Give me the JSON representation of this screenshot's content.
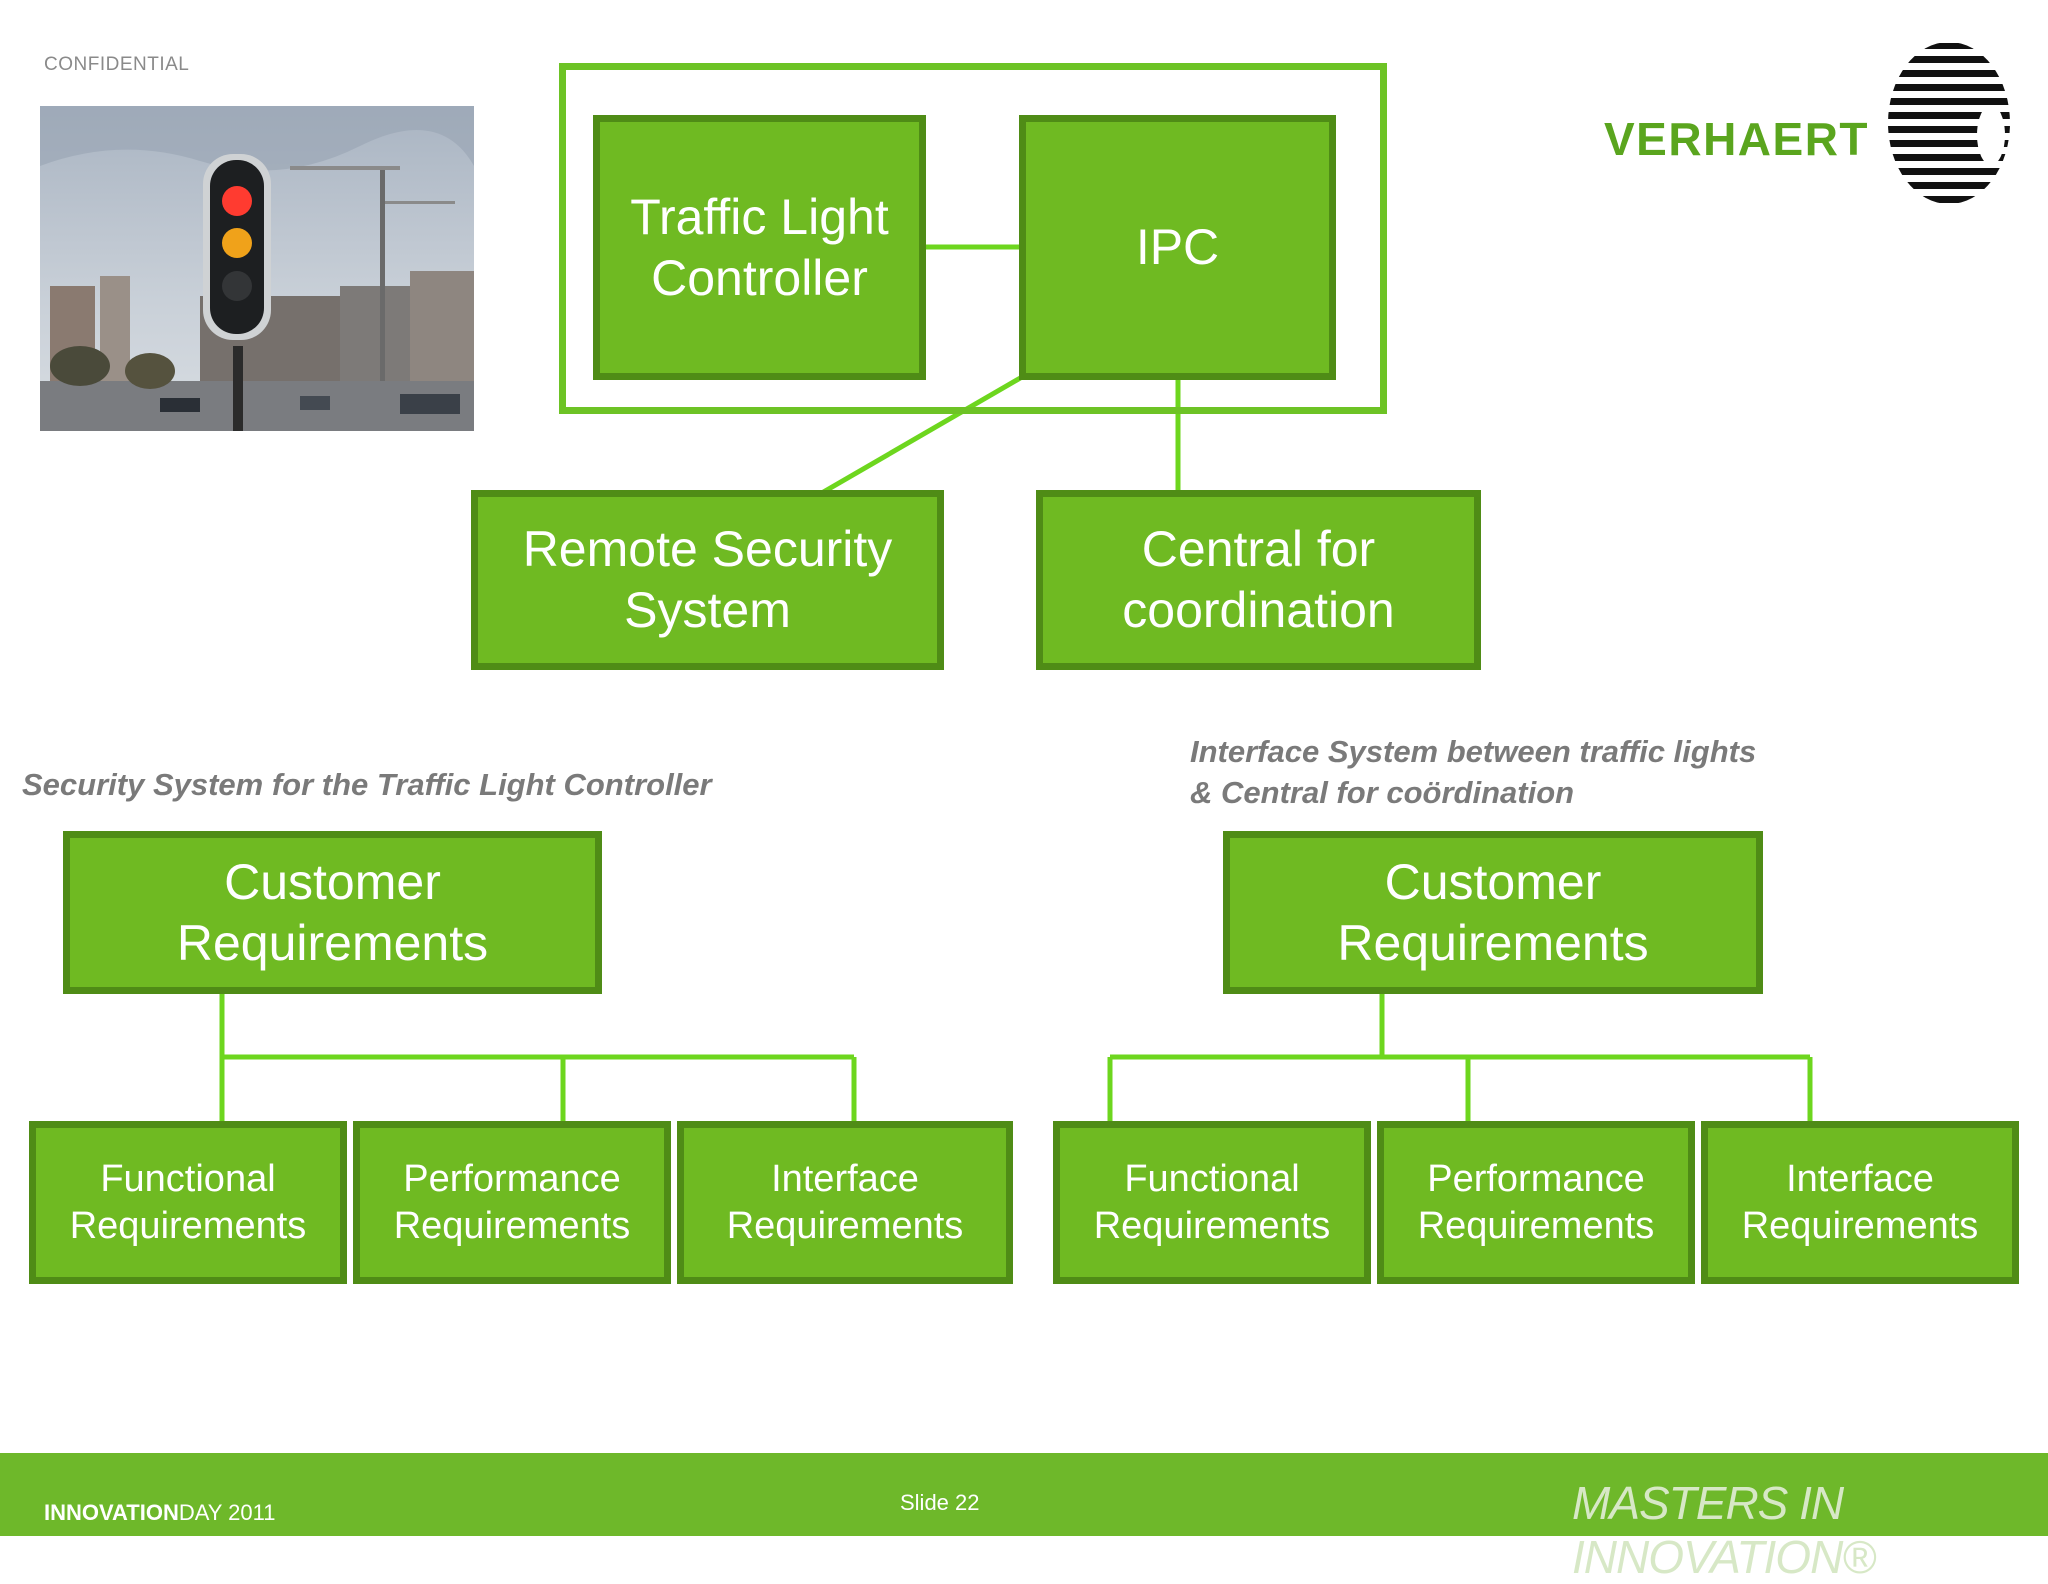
{
  "header": {
    "confidential": "CONFIDENTIAL",
    "logo_text": "VERHAERT"
  },
  "diagram_top": {
    "traffic_light_controller": "Traffic Light Controller",
    "ipc": "IPC",
    "remote_security_system": "Remote Security System",
    "central_for_coordination": "Central for coordination"
  },
  "left_tree": {
    "caption": "Security System for the Traffic Light Controller",
    "root": "Customer Requirements",
    "children": [
      "Functional Requirements",
      "Performance Requirements",
      "Interface Requirements"
    ]
  },
  "right_tree": {
    "caption_line1": "Interface System between traffic lights",
    "caption_line2": "& Central for coördination",
    "root": "Customer Requirements",
    "children": [
      "Functional Requirements",
      "Performance Requirements",
      "Interface Requirements"
    ]
  },
  "footer": {
    "event_bold": "INNOVATION",
    "event_rest": "DAY 2011",
    "slide": "Slide 22",
    "tagline": "MASTERS IN INNOVATION®"
  },
  "colors": {
    "box_fill": "#6fba22",
    "box_border": "#4f8c16",
    "connector": "#6dd61e",
    "footer": "#6eb82a",
    "logo_green": "#5aa51e"
  }
}
